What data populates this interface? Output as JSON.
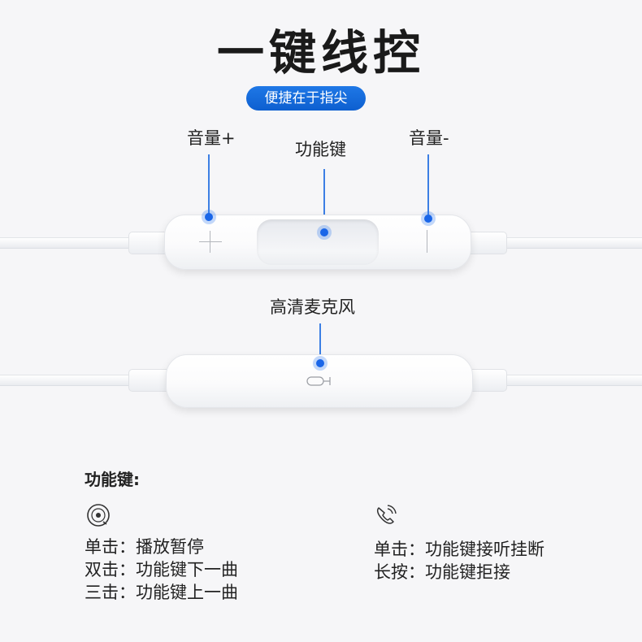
{
  "header": {
    "title": "一键线控",
    "subtitle": "便捷在于指尖"
  },
  "remote_top": {
    "volume_up_label": "音量+",
    "function_label": "功能键",
    "volume_down_label": "音量-",
    "plus_sign": "+",
    "minus_sign": "|"
  },
  "remote_bottom": {
    "mic_label": "高清麦克风"
  },
  "info": {
    "heading": "功能键:",
    "music": {
      "icon": "music-disc-icon",
      "lines": [
        "单击：播放暂停",
        "双击：功能键下一曲",
        "三击：功能键上一曲"
      ]
    },
    "call": {
      "icon": "phone-icon",
      "lines": [
        "单击：功能键接听挂断",
        "长按：功能键拒接"
      ]
    }
  },
  "colors": {
    "accent": "#1a66e8",
    "pill": "#0d5fd0",
    "background": "#f6f6f8"
  }
}
